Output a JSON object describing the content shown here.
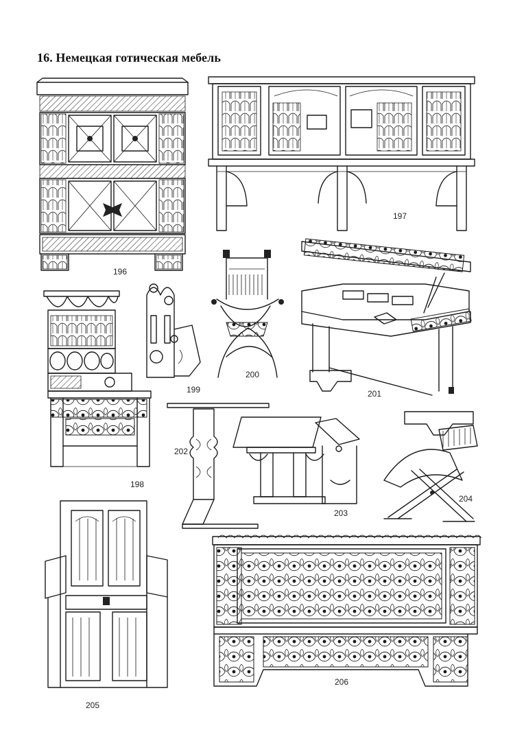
{
  "page": {
    "title": "16. Немецкая готическая мебель"
  },
  "figures": [
    {
      "id": "fig-196",
      "label": "196"
    },
    {
      "id": "fig-197",
      "label": "197"
    },
    {
      "id": "fig-198",
      "label": "198"
    },
    {
      "id": "fig-199",
      "label": "199"
    },
    {
      "id": "fig-200",
      "label": "200"
    },
    {
      "id": "fig-201",
      "label": "201"
    },
    {
      "id": "fig-202",
      "label": "202"
    },
    {
      "id": "fig-203",
      "label": "203"
    },
    {
      "id": "fig-204",
      "label": "204"
    },
    {
      "id": "fig-205",
      "label": "205"
    },
    {
      "id": "fig-206",
      "label": "206"
    }
  ],
  "colors": {
    "ink": "#1a1a1a",
    "paper": "#ffffff"
  }
}
